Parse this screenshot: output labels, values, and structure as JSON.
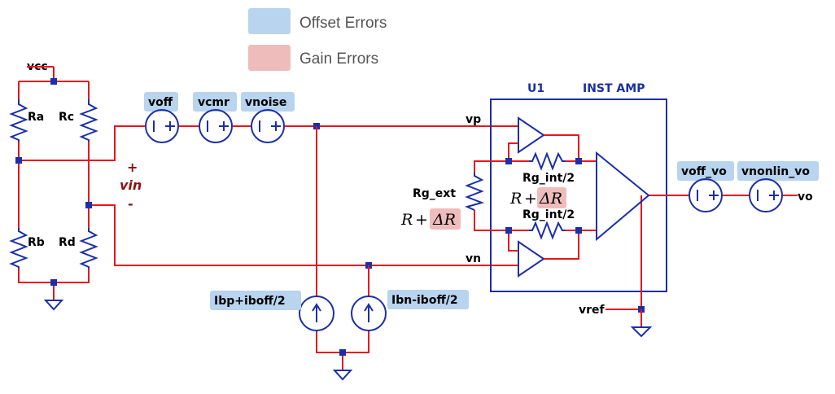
{
  "legend": {
    "offset": {
      "label": "Offset Errors",
      "color": "#b8d4ee"
    },
    "gain": {
      "label": "Gain Errors",
      "color": "#efbcbc"
    }
  },
  "colors": {
    "wire": "#e8141e",
    "component": "#1a2fa8",
    "vin": "#8b1010"
  },
  "labels": {
    "vcc": "vcc",
    "ra": "Ra",
    "rb": "Rb",
    "rc": "Rc",
    "rd": "Rd",
    "vin_plus": "+",
    "vin": "vin",
    "vin_minus": "-",
    "voff": "voff",
    "vcmr": "vcmr",
    "vnoise": "vnoise",
    "vp": "vp",
    "vn": "vn",
    "u1": "U1",
    "inst_amp": "INST AMP",
    "rg_ext": "Rg_ext",
    "rg_int_top": "Rg_int/2",
    "rg_int_bot": "Rg_int/2",
    "math_r": "R",
    "math_plus": "+",
    "math_delta_r": "ΔR",
    "ibp": "Ibp+iboff/2",
    "ibn": "Ibn-iboff/2",
    "vref": "vref",
    "voff_vo": "voff_vo",
    "vnonlin_vo": "vnonlin_vo",
    "vo": "vo"
  }
}
